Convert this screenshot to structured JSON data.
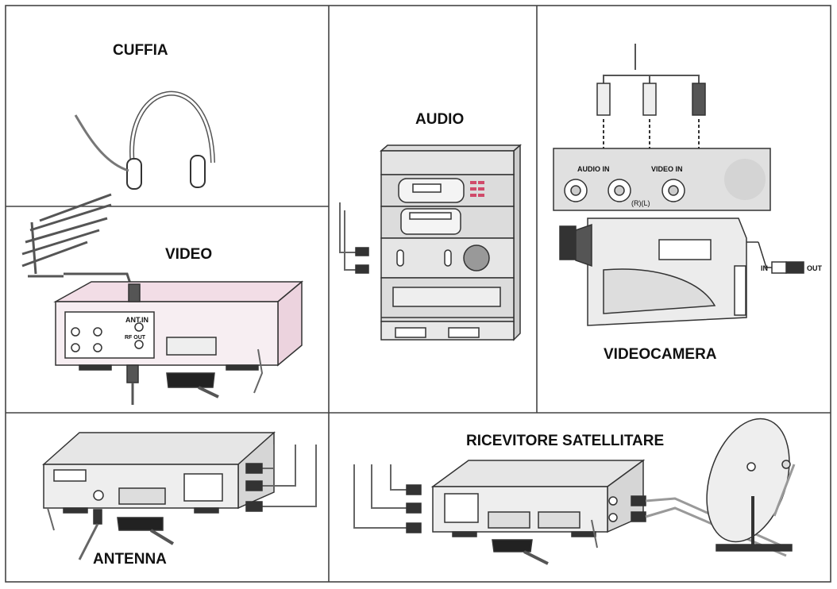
{
  "panels": {
    "headphones": {
      "title": "CUFFIA"
    },
    "video": {
      "title": "VIDEO",
      "ant_in": "ANT.IN",
      "rf_out": "RF OUT"
    },
    "audio": {
      "title": "AUDIO"
    },
    "camcorder": {
      "title": "VIDEOCAMERA",
      "audio_in": "AUDIO  IN",
      "video_in": "VIDEO IN",
      "channels": "(R)(L)",
      "switch_in": "IN",
      "switch_out": "OUT"
    },
    "antenna": {
      "title": "ANTENNA"
    },
    "satellite": {
      "title": "RICEVITORE SATELLITARE"
    }
  },
  "colors": {
    "line": "#333333",
    "panel": "#dcdcdc",
    "vcr_tint": "#f2dde6",
    "background": "#ffffff"
  }
}
